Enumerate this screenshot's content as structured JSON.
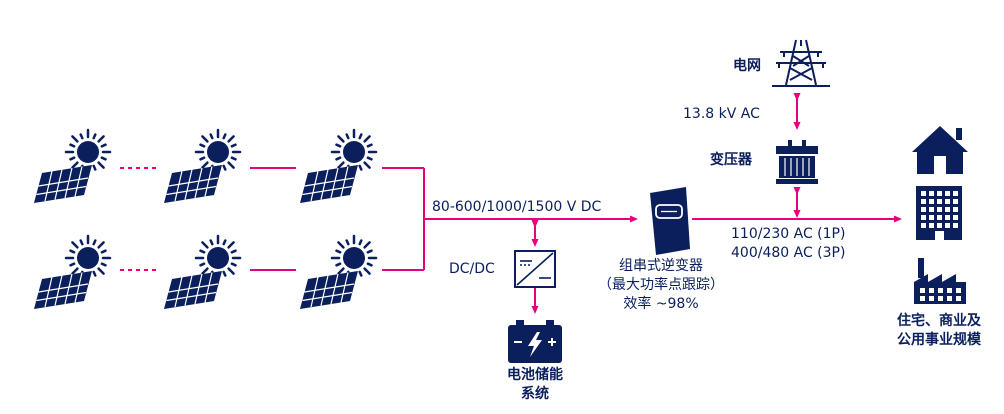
{
  "labels": {
    "voltage_dc": "80-600/1000/1500 V DC",
    "dcdc": "DC/DC",
    "inverter_line1": "组串式逆变器",
    "inverter_line2": "（最大功率点跟踪）",
    "inverter_line3": "效率 ~98%",
    "battery_line1": "电池储能",
    "battery_line2": "系统",
    "grid": "电网",
    "grid_voltage": "13.8 kV AC",
    "transformer": "变压器",
    "ac_1p": "110/230 AC (1P)",
    "ac_3p": "400/480 AC (3P)",
    "consumers_line1": "住宅、商业及",
    "consumers_line2": "公用事业规模"
  },
  "colors": {
    "ink": "#0a1f5c",
    "connector": "#e6007e",
    "white": "#ffffff"
  },
  "icons": {
    "solar_modules": [
      "sun-panel-icon",
      "sun-panel-icon",
      "sun-panel-icon",
      "sun-panel-icon",
      "sun-panel-icon",
      "sun-panel-icon"
    ],
    "dcdc": "dcdc-converter-icon",
    "battery": "battery-icon",
    "inverter": "inverter-icon",
    "tower": "power-tower-icon",
    "transformer": "transformer-icon",
    "house": "house-icon",
    "office": "office-building-icon",
    "factory": "factory-icon"
  }
}
